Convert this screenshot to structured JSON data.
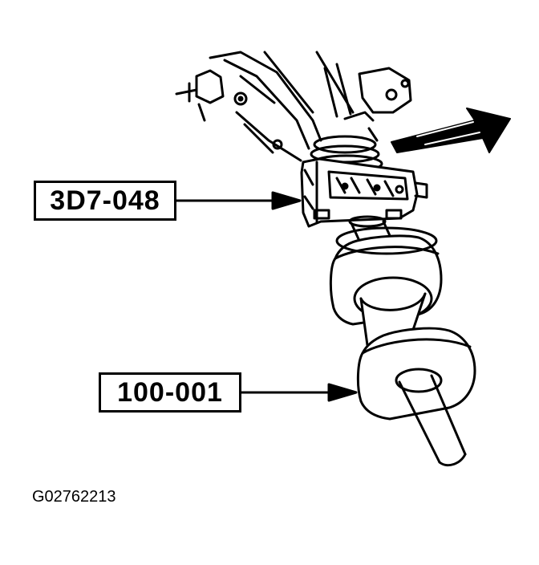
{
  "callouts": [
    {
      "label": "3D7-048"
    },
    {
      "label": "100-001"
    }
  ],
  "figure_id": "G02762213",
  "colors": {
    "ink": "#000000",
    "paper": "#ffffff"
  }
}
